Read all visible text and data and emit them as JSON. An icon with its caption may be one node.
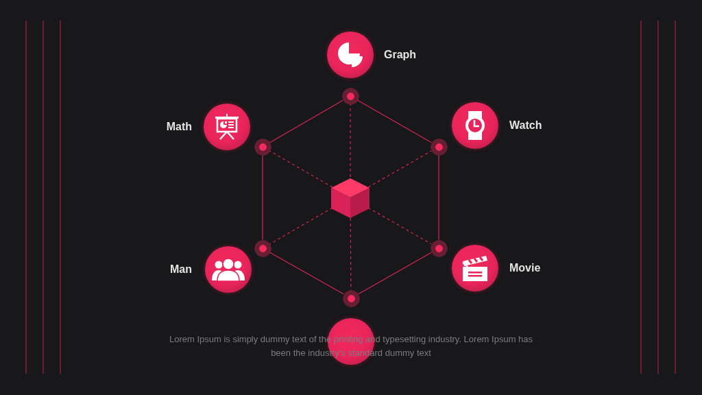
{
  "diagram": {
    "nodes": [
      {
        "text": [],
        "shape": "circle",
        "beside": [
          "Graph"
        ]
      },
      {
        "text": [],
        "shape": "circle",
        "beside": [
          "Math"
        ]
      },
      {
        "text": [],
        "shape": "circle",
        "beside": [
          "Watch"
        ]
      },
      {
        "text": [],
        "shape": "circle",
        "beside": [
          "Man"
        ]
      },
      {
        "text": [],
        "shape": "circle",
        "beside": [
          "Movie"
        ]
      },
      {
        "text": [],
        "shape": "circle"
      },
      {
        "text": [],
        "shape": "circle"
      },
      {
        "text": [],
        "shape": "circle"
      },
      {
        "text": [],
        "shape": "circle"
      },
      {
        "text": [],
        "shape": "circle"
      },
      {
        "text": [],
        "shape": "circle"
      },
      {
        "text": [],
        "shape": "circle"
      },
      {
        "text": [],
        "shape": "cube"
      }
    ],
    "edges": [
      {
        "from": 6,
        "to": 8,
        "arrow": "none"
      },
      {
        "from": 8,
        "to": 10,
        "arrow": "none"
      },
      {
        "from": 10,
        "to": 11,
        "arrow": "none"
      },
      {
        "from": 11,
        "to": 9,
        "arrow": "none"
      },
      {
        "from": 9,
        "to": 7,
        "arrow": "none"
      },
      {
        "from": 7,
        "to": 6,
        "arrow": "none"
      },
      {
        "from": 12,
        "to": 6,
        "arrow": "none",
        "style": "dashed"
      },
      {
        "from": 12,
        "to": 7,
        "arrow": "none",
        "style": "dashed"
      },
      {
        "from": 12,
        "to": 8,
        "arrow": "none",
        "style": "dashed"
      },
      {
        "from": 12,
        "to": 9,
        "arrow": "none",
        "style": "dashed"
      },
      {
        "from": 12,
        "to": 10,
        "arrow": "none",
        "style": "dashed"
      },
      {
        "from": 12,
        "to": 11,
        "arrow": "none",
        "style": "dashed"
      }
    ],
    "labels": [
      "Lorem Ipsum is simply dummy text of the printing and typesetting industry. Lorem Ipsum has been the industry's standard dummy text"
    ]
  }
}
